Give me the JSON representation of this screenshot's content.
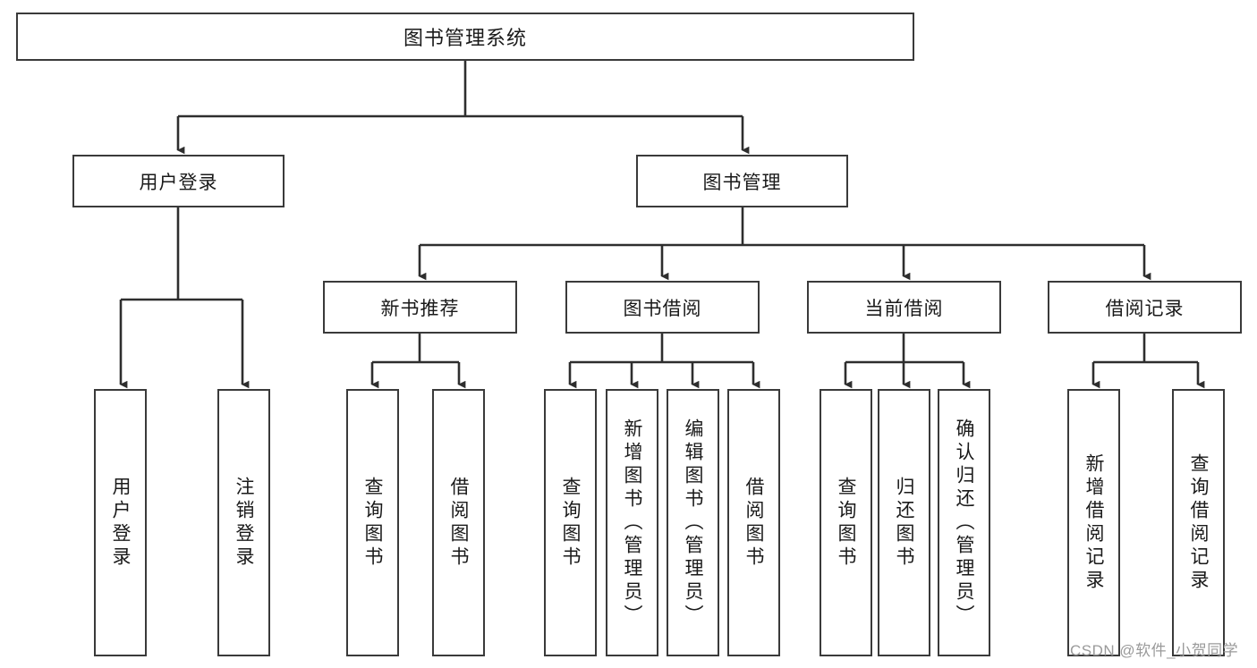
{
  "diagram": {
    "type": "hierarchy-tree",
    "title": "图书管理系统",
    "root": {
      "label": "图书管理系统"
    },
    "level1": [
      {
        "id": "user-login",
        "label": "用户登录"
      },
      {
        "id": "book-manage",
        "label": "图书管理"
      }
    ],
    "level2": [
      {
        "id": "new-book-recommend",
        "label": "新书推荐",
        "parent": "book-manage"
      },
      {
        "id": "book-borrow",
        "label": "图书借阅",
        "parent": "book-manage"
      },
      {
        "id": "current-borrow",
        "label": "当前借阅",
        "parent": "book-manage"
      },
      {
        "id": "borrow-record",
        "label": "借阅记录",
        "parent": "book-manage"
      }
    ],
    "leaves": [
      {
        "id": "leaf-user-login",
        "label": "用户登录",
        "parent": "user-login"
      },
      {
        "id": "leaf-logout",
        "label": "注销登录",
        "parent": "user-login"
      },
      {
        "id": "leaf-query-book-1",
        "label": "查询图书",
        "parent": "new-book-recommend"
      },
      {
        "id": "leaf-borrow-book-1",
        "label": "借阅图书",
        "parent": "new-book-recommend"
      },
      {
        "id": "leaf-query-book-2",
        "label": "查询图书",
        "parent": "book-borrow"
      },
      {
        "id": "leaf-add-book",
        "label": "新增图书（管理员）",
        "parent": "book-borrow"
      },
      {
        "id": "leaf-edit-book",
        "label": "编辑图书（管理员）",
        "parent": "book-borrow"
      },
      {
        "id": "leaf-borrow-book-2",
        "label": "借阅图书",
        "parent": "book-borrow"
      },
      {
        "id": "leaf-query-book-3",
        "label": "查询图书",
        "parent": "current-borrow"
      },
      {
        "id": "leaf-return-book",
        "label": "归还图书",
        "parent": "current-borrow"
      },
      {
        "id": "leaf-confirm-return",
        "label": "确认归还（管理员）",
        "parent": "current-borrow"
      },
      {
        "id": "leaf-add-record",
        "label": "新增借阅记录",
        "parent": "borrow-record"
      },
      {
        "id": "leaf-query-record",
        "label": "查询借阅记录",
        "parent": "borrow-record"
      }
    ],
    "colors": {
      "stroke": "#3a3a3a",
      "fill": "#ffffff",
      "text": "#1a1a1a",
      "watermark": "#9a9a9a"
    }
  },
  "watermark": {
    "text": "CSDN @软件_小贺同学"
  }
}
